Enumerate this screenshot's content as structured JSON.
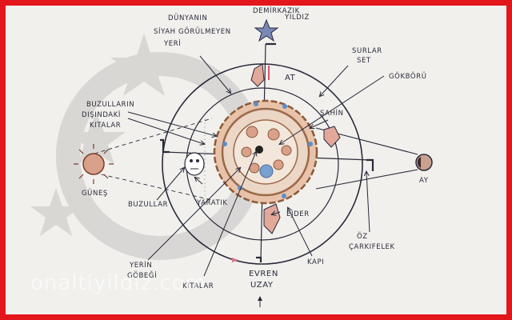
{
  "labels": {
    "dunyanin": "DÜNYANIN",
    "siyah": "SİYAH GÖRÜLMEYEN",
    "yeri": "YERİ",
    "demirkazik": "DEMİRKAZIK",
    "yildiz": "YILDIZ",
    "at": "AT",
    "surlar": "SURLAR",
    "set": "SET",
    "gokboru": "GÖKBÖRÜ",
    "buzullarin": "BUZULLARIN",
    "disindaki": "DIŞINDAKİ",
    "kitalar_left": "KITALAR",
    "sahin": "ŞAHİN",
    "gunes": "GÜNEŞ",
    "ay": "AY",
    "buzullar": "BUZULLAR",
    "yaratik": "YARATIK",
    "ejder": "EJDER",
    "oz": "ÖZ",
    "carkifelek": "ÇARKIFELEK",
    "yerin": "YERİN",
    "gobegi": "GÖBEĞİ",
    "kapi": "KAPI",
    "evren": "EVREN",
    "uzay": "UZAY",
    "kitalar_bottom": "KITALAR"
  },
  "watermark": "onaltiyildiz.com",
  "colors": {
    "frame": "#e3161b",
    "paper": "#f1f0ed",
    "ink": "#2a2a3a",
    "earth_brown": "#9a6a4a",
    "planet_fill": "#d9a08a",
    "water_blue": "#5a8ec9"
  }
}
